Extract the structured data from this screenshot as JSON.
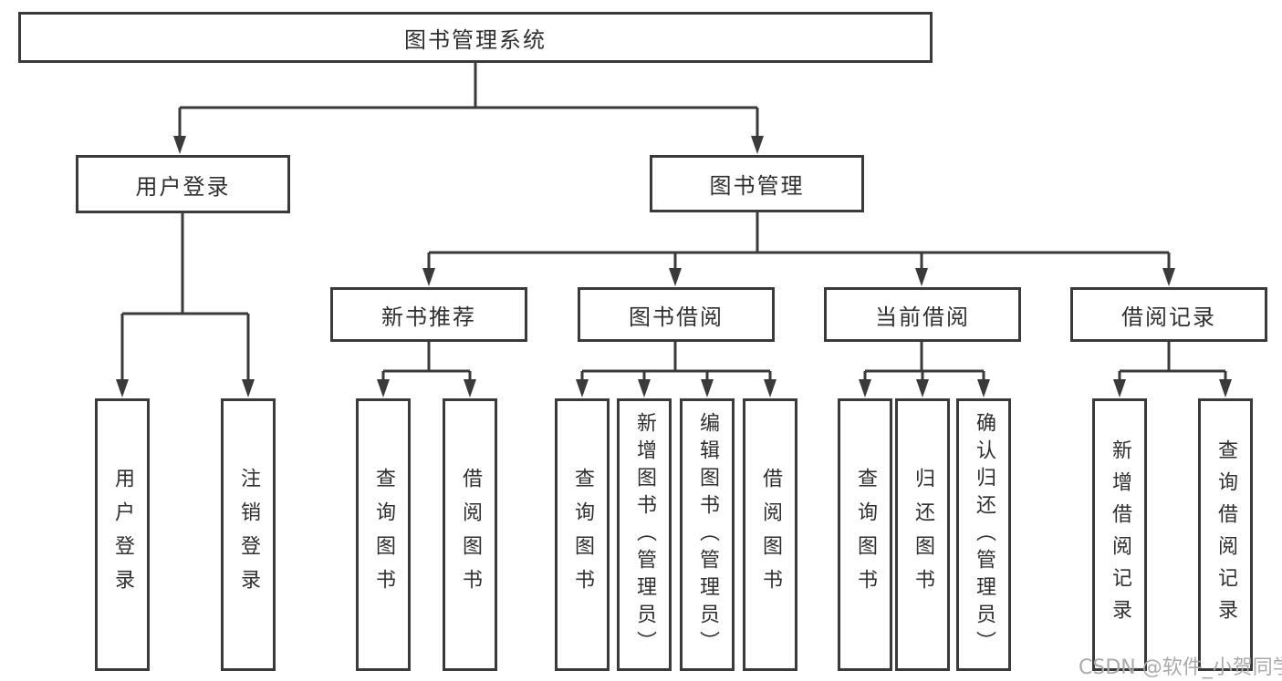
{
  "tree": {
    "root": {
      "label": "图书管理系统"
    },
    "user_login": {
      "label": "用户登录",
      "children": [
        "用户登录",
        "注销登录"
      ]
    },
    "book_mgmt": {
      "label": "图书管理",
      "modules": [
        {
          "label": "新书推荐",
          "children": [
            "查询图书",
            "借阅图书"
          ]
        },
        {
          "label": "图书借阅",
          "children": [
            "查询图书",
            "新增图书（管理员）",
            "编辑图书（管理员）",
            "借阅图书"
          ]
        },
        {
          "label": "当前借阅",
          "children": [
            "查询图书",
            "归还图书",
            "确认归还（管理员）"
          ]
        },
        {
          "label": "借阅记录",
          "children": [
            "新增借阅记录",
            "查询借阅记录"
          ]
        }
      ]
    }
  },
  "watermark": "CSDN @软件_小贺同学",
  "colors": {
    "line": "#3a3a3a",
    "text": "#2f2f2f",
    "watermark_text": "#aaaaaa",
    "background": "#ffffff"
  }
}
